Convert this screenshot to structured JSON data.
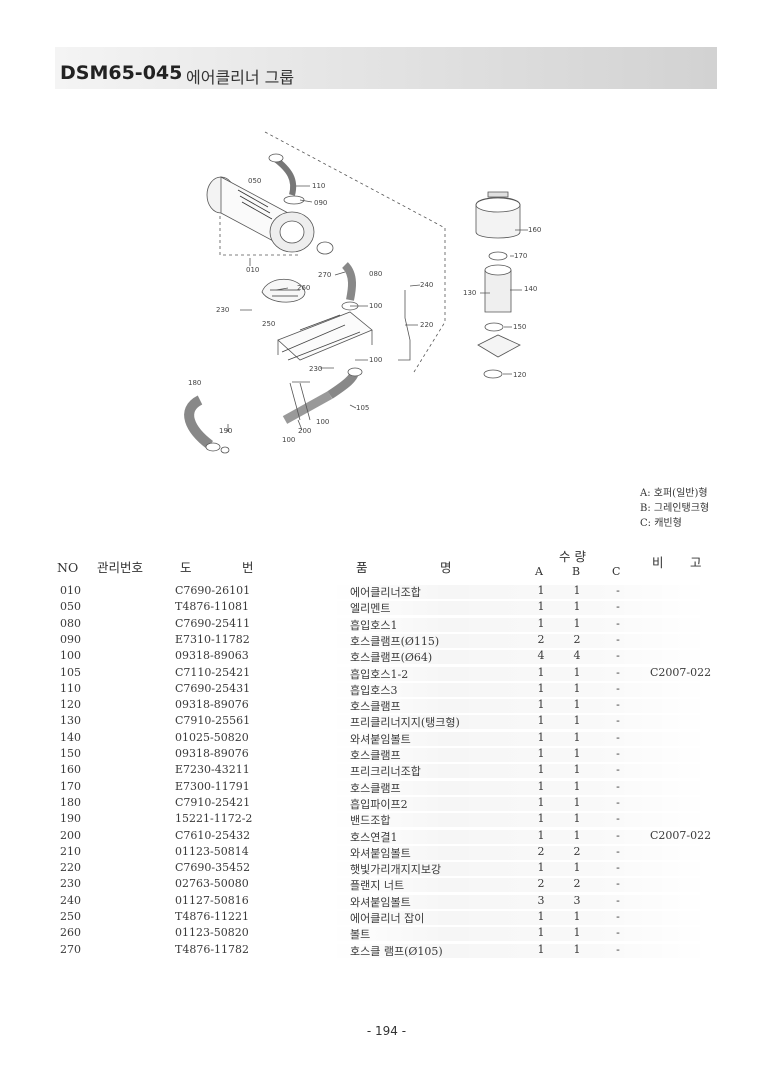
{
  "header": {
    "code": "DSM65-045",
    "name": "에어클리너 그룹"
  },
  "diagram": {
    "labels": [
      "050",
      "110",
      "090",
      "010",
      "270",
      "080",
      "260",
      "230",
      "100",
      "250",
      "240",
      "220",
      "230",
      "100",
      "180",
      "190",
      "200",
      "100",
      "105",
      "100",
      "160",
      "170",
      "130",
      "140",
      "150",
      "120"
    ]
  },
  "legend": [
    "A: 호퍼(일반)형",
    "B: 그레인탱크형",
    "C: 캐빈형"
  ],
  "columns": {
    "no": "NO",
    "mgmt": "관리번호",
    "dwg1": "도",
    "dwg2": "번",
    "name1": "품",
    "name2": "명",
    "qty": "수 량",
    "a": "A",
    "b": "B",
    "c": "C",
    "remark1": "비",
    "remark2": "고"
  },
  "rows": [
    {
      "no": "010",
      "dwg": "C7690-26101",
      "name": "에어클리너조합",
      "a": "1",
      "b": "1",
      "c": "-",
      "remark": ""
    },
    {
      "no": "050",
      "dwg": "T4876-11081",
      "name": "엘리멘트",
      "a": "1",
      "b": "1",
      "c": "-",
      "remark": ""
    },
    {
      "no": "080",
      "dwg": "C7690-25411",
      "name": "흡입호스1",
      "a": "1",
      "b": "1",
      "c": "-",
      "remark": ""
    },
    {
      "no": "090",
      "dwg": "E7310-11782",
      "name": "호스클램프(Ø115)",
      "a": "2",
      "b": "2",
      "c": "-",
      "remark": ""
    },
    {
      "no": "100",
      "dwg": "09318-89063",
      "name": "호스클램프(Ø64)",
      "a": "4",
      "b": "4",
      "c": "-",
      "remark": ""
    },
    {
      "no": "105",
      "dwg": "C7110-25421",
      "name": "흡입호스1-2",
      "a": "1",
      "b": "1",
      "c": "-",
      "remark": "C2007-022"
    },
    {
      "no": "110",
      "dwg": "C7690-25431",
      "name": "흡입호스3",
      "a": "1",
      "b": "1",
      "c": "-",
      "remark": ""
    },
    {
      "no": "120",
      "dwg": "09318-89076",
      "name": "호스클램프",
      "a": "1",
      "b": "1",
      "c": "-",
      "remark": ""
    },
    {
      "no": "130",
      "dwg": "C7910-25561",
      "name": "프리클리너지지(탱크형)",
      "a": "1",
      "b": "1",
      "c": "-",
      "remark": ""
    },
    {
      "no": "140",
      "dwg": "01025-50820",
      "name": "와셔붙임볼트",
      "a": "1",
      "b": "1",
      "c": "-",
      "remark": ""
    },
    {
      "no": "150",
      "dwg": "09318-89076",
      "name": "호스클램프",
      "a": "1",
      "b": "1",
      "c": "-",
      "remark": ""
    },
    {
      "no": "160",
      "dwg": "E7230-43211",
      "name": "프리크리너조합",
      "a": "1",
      "b": "1",
      "c": "-",
      "remark": ""
    },
    {
      "no": "170",
      "dwg": "E7300-11791",
      "name": "호스클램프",
      "a": "1",
      "b": "1",
      "c": "-",
      "remark": ""
    },
    {
      "no": "180",
      "dwg": "C7910-25421",
      "name": "흡입파이프2",
      "a": "1",
      "b": "1",
      "c": "-",
      "remark": ""
    },
    {
      "no": "190",
      "dwg": "15221-1172-2",
      "name": "밴드조합",
      "a": "1",
      "b": "1",
      "c": "-",
      "remark": ""
    },
    {
      "no": "200",
      "dwg": "C7610-25432",
      "name": "호스연결1",
      "a": "1",
      "b": "1",
      "c": "-",
      "remark": "C2007-022"
    },
    {
      "no": "210",
      "dwg": "01123-50814",
      "name": "와셔붙임볼트",
      "a": "2",
      "b": "2",
      "c": "-",
      "remark": ""
    },
    {
      "no": "220",
      "dwg": "C7690-35452",
      "name": "햇빛가리개지지보강",
      "a": "1",
      "b": "1",
      "c": "-",
      "remark": ""
    },
    {
      "no": "230",
      "dwg": "02763-50080",
      "name": "플랜지 너트",
      "a": "2",
      "b": "2",
      "c": "-",
      "remark": ""
    },
    {
      "no": "240",
      "dwg": "01127-50816",
      "name": "와셔붙임볼트",
      "a": "3",
      "b": "3",
      "c": "-",
      "remark": ""
    },
    {
      "no": "250",
      "dwg": "T4876-11221",
      "name": "에어클리너 잡이",
      "a": "1",
      "b": "1",
      "c": "-",
      "remark": ""
    },
    {
      "no": "260",
      "dwg": "01123-50820",
      "name": "볼트",
      "a": "1",
      "b": "1",
      "c": "-",
      "remark": ""
    },
    {
      "no": "270",
      "dwg": "T4876-11782",
      "name": "호스클 램프(Ø105)",
      "a": "1",
      "b": "1",
      "c": "-",
      "remark": ""
    }
  ],
  "page_number": "- 194 -"
}
